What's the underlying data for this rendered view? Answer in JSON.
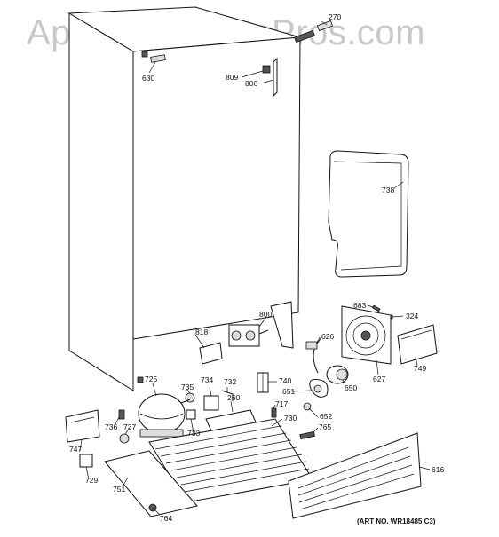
{
  "watermark": "AppliancePartsPros.com",
  "art_number": "(ART NO. WR18485 C3)",
  "parts": [
    {
      "id": "270"
    },
    {
      "id": "630"
    },
    {
      "id": "809"
    },
    {
      "id": "806"
    },
    {
      "id": "738"
    },
    {
      "id": "683"
    },
    {
      "id": "324"
    },
    {
      "id": "800"
    },
    {
      "id": "818"
    },
    {
      "id": "626"
    },
    {
      "id": "749"
    },
    {
      "id": "627"
    },
    {
      "id": "650"
    },
    {
      "id": "725"
    },
    {
      "id": "735"
    },
    {
      "id": "734"
    },
    {
      "id": "732"
    },
    {
      "id": "740"
    },
    {
      "id": "651"
    },
    {
      "id": "260"
    },
    {
      "id": "717"
    },
    {
      "id": "652"
    },
    {
      "id": "730"
    },
    {
      "id": "736"
    },
    {
      "id": "737"
    },
    {
      "id": "733"
    },
    {
      "id": "765"
    },
    {
      "id": "747"
    },
    {
      "id": "616"
    },
    {
      "id": "729"
    },
    {
      "id": "751"
    },
    {
      "id": "764"
    }
  ]
}
